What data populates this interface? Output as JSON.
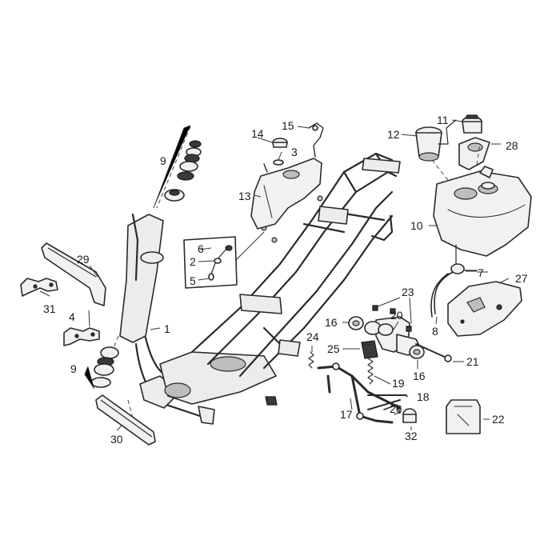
{
  "diagram": {
    "callouts": {
      "n1": "1",
      "n2": "2",
      "n3": "3",
      "n4": "4",
      "n5": "5",
      "n6": "6",
      "n7": "7",
      "n8": "8",
      "n9a": "9",
      "n9b": "9",
      "n10": "10",
      "n11": "11",
      "n12": "12",
      "n13": "13",
      "n14": "14",
      "n15": "15",
      "n16a": "16",
      "n16b": "16",
      "n17": "17",
      "n18": "18",
      "n19": "19",
      "n20": "20",
      "n21": "21",
      "n22": "22",
      "n23": "23",
      "n24": "24",
      "n25": "25",
      "n26": "26",
      "n27": "27",
      "n28": "28",
      "n29": "29",
      "n30": "30",
      "n31": "31",
      "n32": "32"
    }
  }
}
